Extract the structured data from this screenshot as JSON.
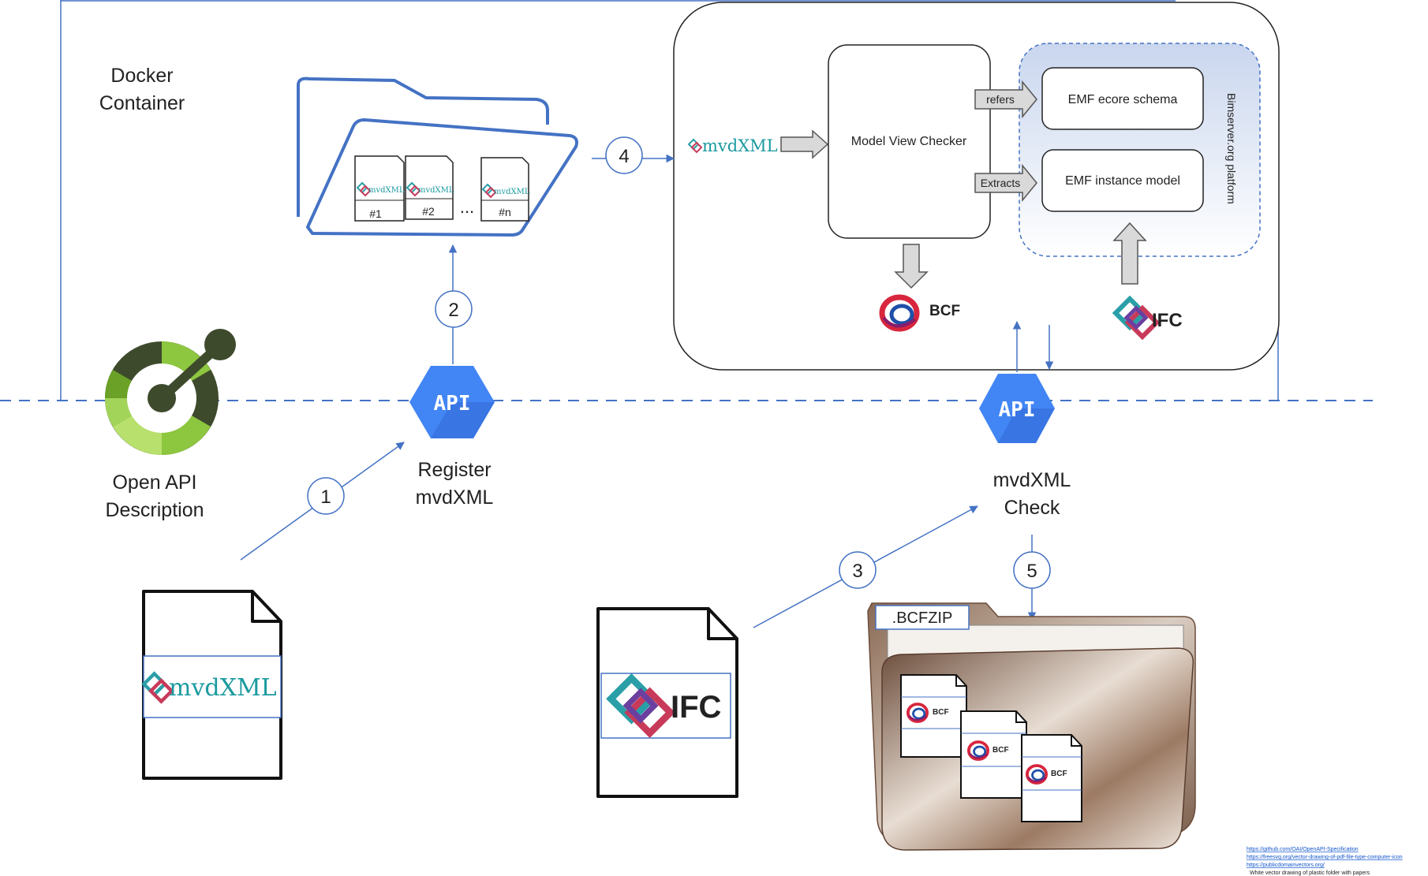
{
  "docker": {
    "label_line1": "Docker",
    "label_line2": "Container"
  },
  "openapi": {
    "label_line1": "Open API",
    "label_line2": "Description"
  },
  "api_register": {
    "icon_text": "API",
    "label_line1": "Register",
    "label_line2": "mvdXML"
  },
  "api_check": {
    "icon_text": "API",
    "label_line1": "mvdXML",
    "label_line2": "Check"
  },
  "steps": [
    "1",
    "2",
    "3",
    "4",
    "5"
  ],
  "folder": {
    "docs": [
      {
        "logo": "mvdXML",
        "label": "#1"
      },
      {
        "logo": "mvdXML",
        "label": "#2"
      },
      {
        "logo": "mvdXML",
        "label": "#n"
      }
    ],
    "ellipsis": "..."
  },
  "platform": {
    "mvdxml_label": "mvdXML",
    "checker_label": "Model View Checker",
    "refers_label": "refers",
    "extracts_label": "Extracts",
    "schema_label": "EMF ecore schema",
    "instance_label": "EMF instance model",
    "vertical_label": "Bimserver.org platform",
    "bcf_label": "BCF",
    "ifc_label": "IFC"
  },
  "mvdxml_doc": {
    "logo_text": "mvdXML"
  },
  "ifc_doc": {
    "logo_text": "IFC"
  },
  "bcfzip": {
    "tab_label": ".BCFZIP",
    "docs": [
      {
        "label": "BCF"
      },
      {
        "label": "BCF"
      },
      {
        "label": "BCF"
      }
    ]
  },
  "sources": [
    "https://github.com/OAI/OpenAPI-Specification",
    "https://freesvg.org/vector-drawing-of-pdf-file-type-computer-icon",
    "https://publicdomainvectors.org/",
    "White vector drawing of plastic folder with papers"
  ],
  "colors": {
    "accent_blue": "#4472c4",
    "api_blue": "#4285f4",
    "api_blue_dark": "#3367d6",
    "openapi_green_light": "#8dc63f",
    "openapi_green_dark": "#3d4a2c",
    "bcf_red": "#d7263d",
    "bcf_blue": "#1f4fa8",
    "ifc_teal": "#2a9fa7",
    "ifc_purple": "#6a3fa0",
    "ifc_red": "#c83a5a"
  }
}
